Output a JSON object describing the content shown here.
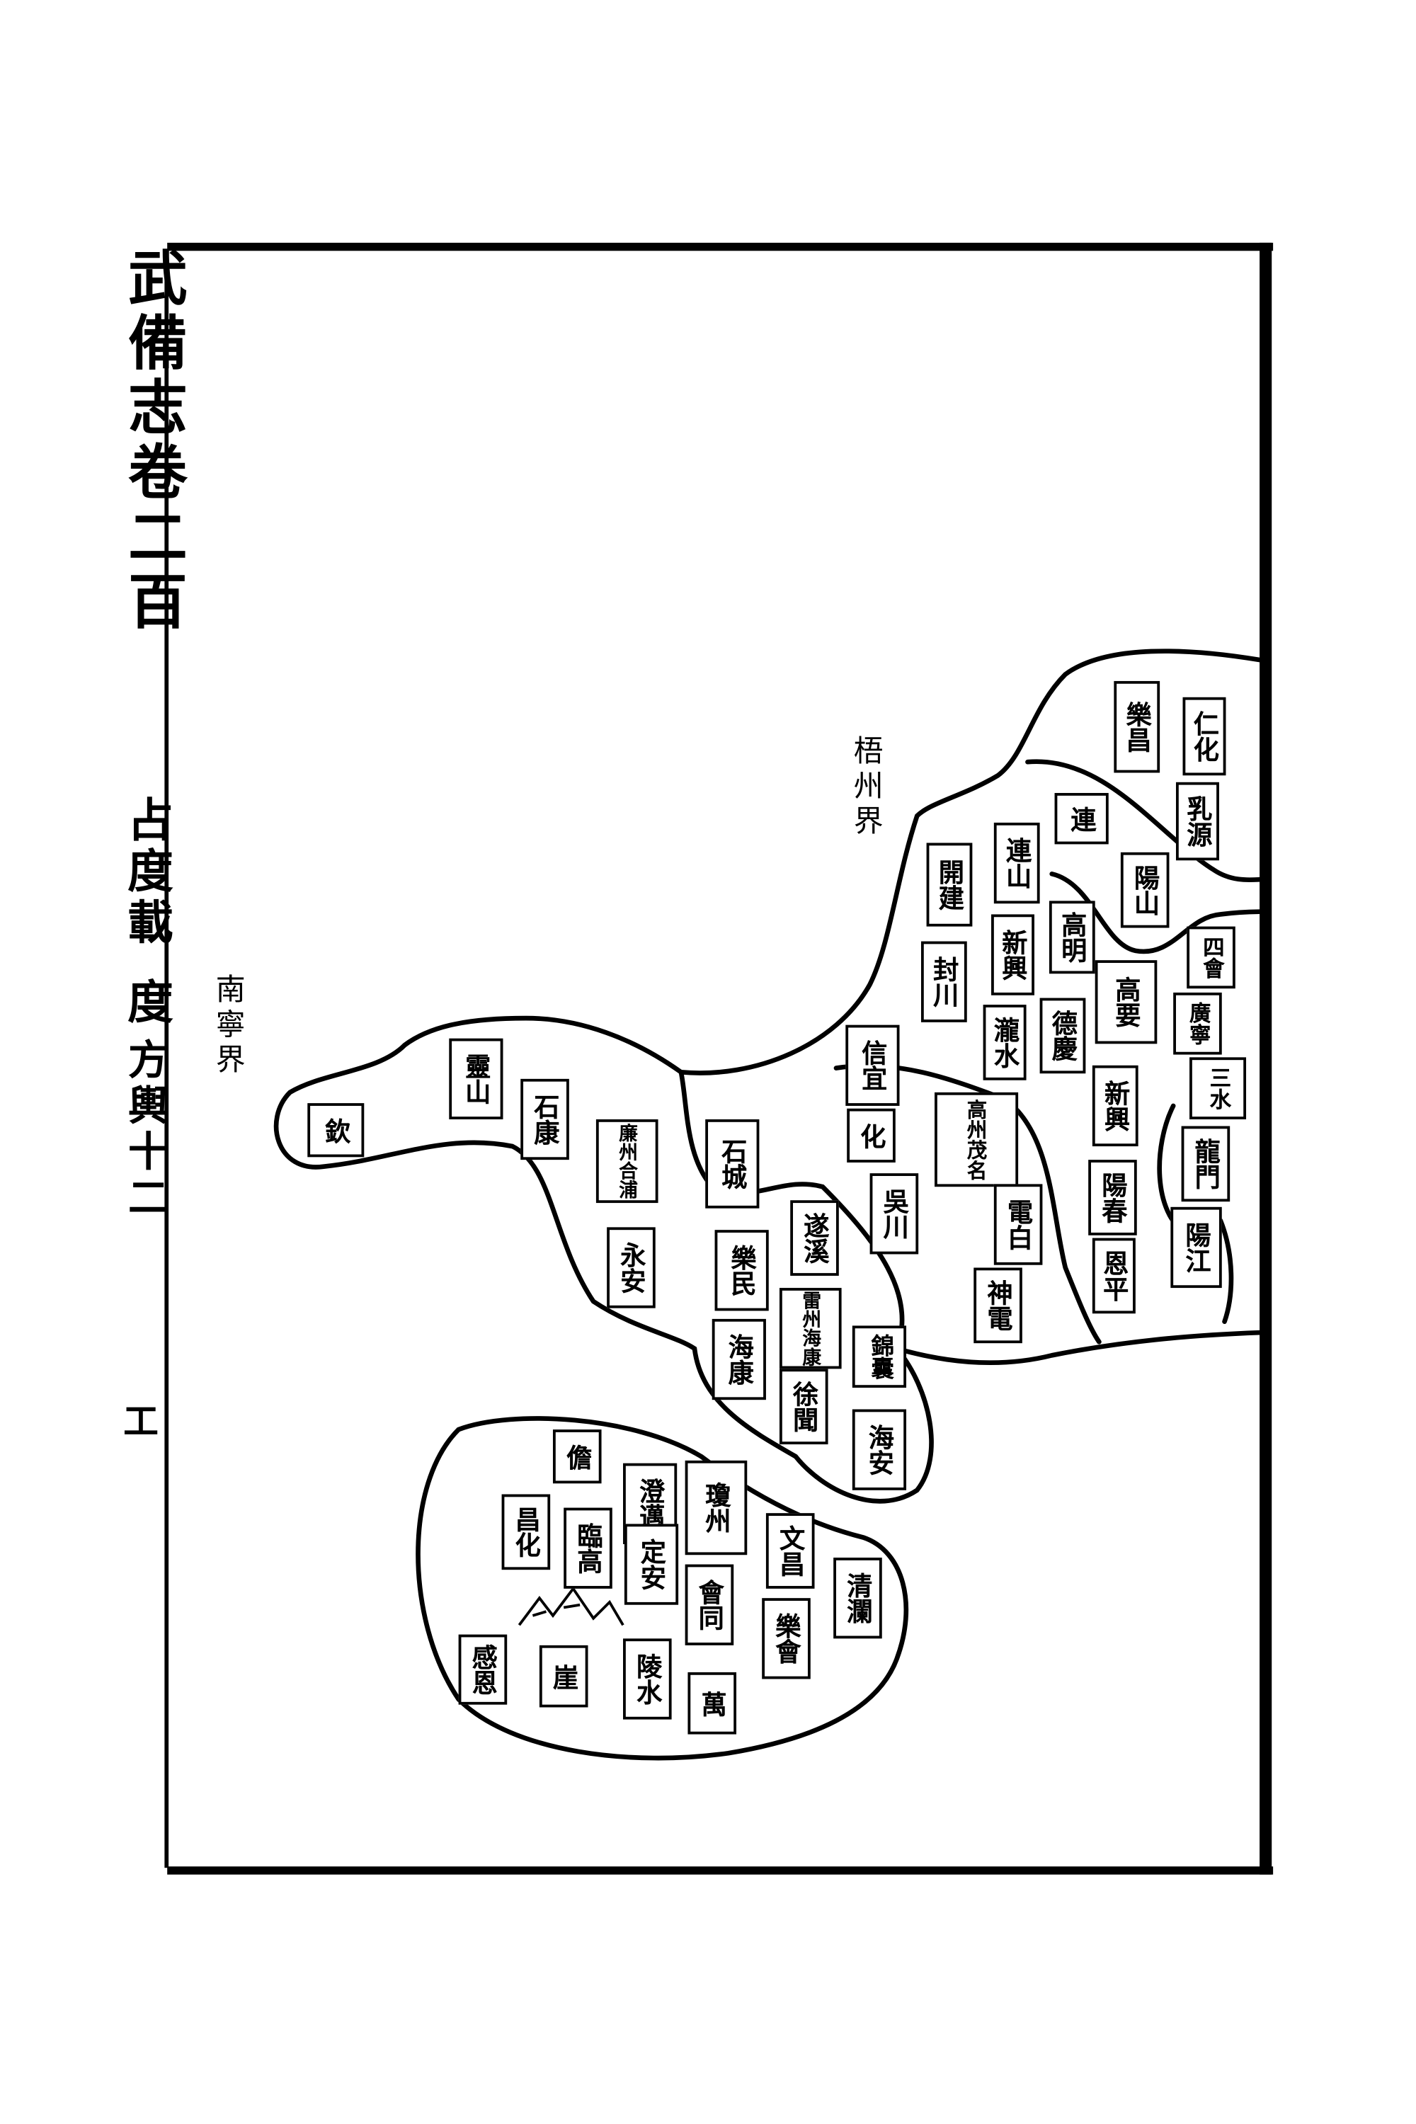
{
  "margin": {
    "book_title": "武備志卷二百",
    "section": "占度載",
    "sub": "度",
    "chapter": "方輿十二",
    "page_mark": "工"
  },
  "boundaries": {
    "wuzhou": "梧州界",
    "nanning": "南寧界"
  },
  "labels": [
    "樂昌",
    "仁化",
    "乳源",
    "連",
    "陽山",
    "連山",
    "開建",
    "封川",
    "新興",
    "高明",
    "瀧水",
    "德慶",
    "高要",
    "四會",
    "廣寧",
    "三水",
    "龍門",
    "陽江",
    "新興",
    "陽春",
    "恩平",
    "信宜",
    "化",
    "高州茂名",
    "吳川",
    "電白",
    "神電",
    "石城",
    "遂溪",
    "樂民",
    "雷州海康",
    "海康",
    "徐聞",
    "錦囊",
    "海安",
    "欽",
    "靈山",
    "石康",
    "廉州合浦",
    "永安",
    "儋",
    "澄邁",
    "瓊州",
    "文昌",
    "清瀾",
    "昌化",
    "臨高",
    "定安",
    "會同",
    "樂會",
    "感恩",
    "崖",
    "陵水",
    "萬"
  ]
}
